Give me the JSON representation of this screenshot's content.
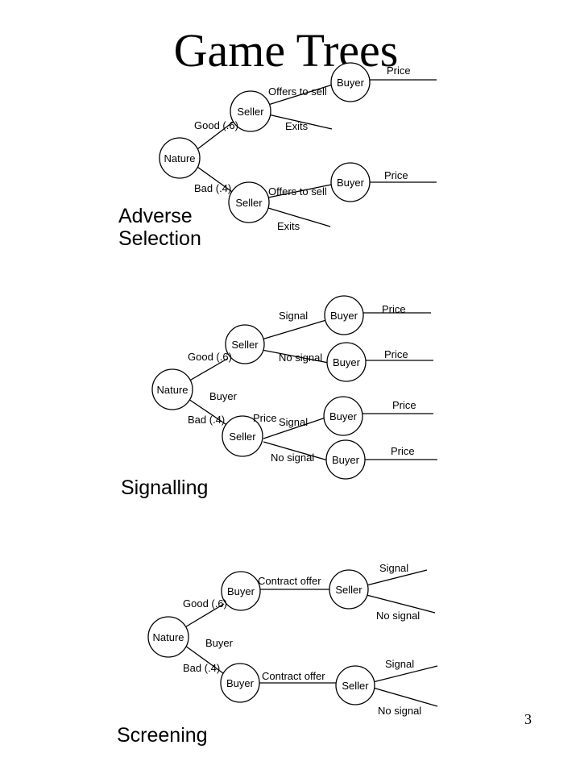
{
  "page": {
    "title": "Game Trees",
    "page_number": "3"
  },
  "adverse": {
    "section_label_line1": "Adverse",
    "section_label_line2": "Selection",
    "nature": "Nature",
    "seller_top": "Seller",
    "seller_bottom": "Seller",
    "buyer_top": "Buyer",
    "buyer_bottom": "Buyer",
    "good": "Good (.6)",
    "bad": "Bad (.4)",
    "offers_top": "Offers to sell",
    "offers_bottom": "Offers to sell",
    "exits_top": "Exits",
    "exits_bottom": "Exits",
    "price_top": "Price",
    "price_bottom": "Price"
  },
  "signalling": {
    "section_label": "Signalling",
    "nature": "Nature",
    "seller_top": "Seller",
    "seller_bottom": "Seller",
    "buyer_1": "Buyer",
    "buyer_2": "Buyer",
    "buyer_3": "Buyer",
    "buyer_4": "Buyer",
    "good": "Good (.6)",
    "bad": "Bad (.4)",
    "signal_top": "Signal",
    "nosignal_top": "No signal",
    "signal_bottom": "Signal",
    "nosignal_bottom": "No signal",
    "price_1": "Price",
    "price_2": "Price",
    "price_3": "Price",
    "price_4": "Price",
    "stray_buyer": "Buyer",
    "stray_price": "Price"
  },
  "screening": {
    "section_label": "Screening",
    "nature": "Nature",
    "buyer_top": "Buyer",
    "buyer_bottom": "Buyer",
    "seller_top": "Seller",
    "seller_bottom": "Seller",
    "good": "Good (.6)",
    "bad": "Bad (.4)",
    "contract_top": "Contract offer",
    "contract_bottom": "Contract offer",
    "signal_top": "Signal",
    "nosignal_top": "No signal",
    "signal_bottom": "Signal",
    "nosignal_bottom": "No signal",
    "stray_buyer": "Buyer"
  }
}
